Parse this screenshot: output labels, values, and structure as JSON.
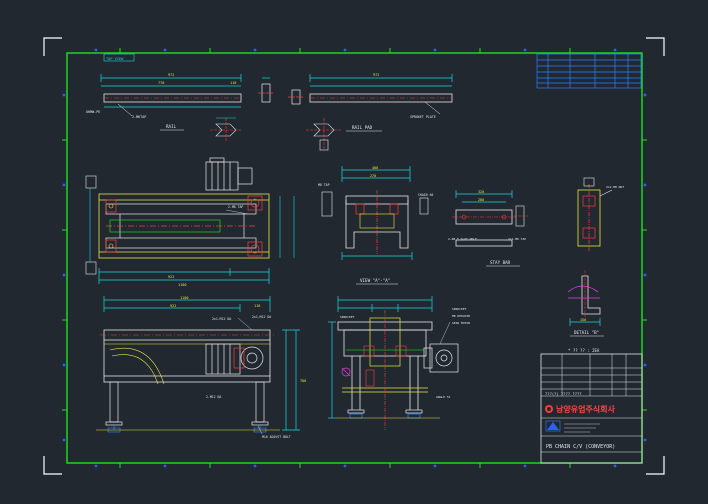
{
  "drawing": {
    "background_color": "#212830",
    "border_color": "#19e619",
    "frame_color": "#ffffff",
    "line_cyan": "#18d8e0",
    "line_yellow": "#e8e840",
    "line_red": "#ff3a3a",
    "line_green": "#22ee22",
    "line_magenta": "#e040e0",
    "line_white": "#e8e8e8",
    "line_orange": "#ff8a20",
    "views": {
      "rail": "RAIL",
      "rail_pad": "RAIL PAD",
      "view_aa": "VIEW \"A\"-\"A\"",
      "stay_bar": "STAY BAR",
      "detail_b": "DETAIL \"B\""
    },
    "dimensions": {
      "rail_total": "972",
      "rail_seg_1": "770",
      "rail_seg_2": "118",
      "pad_total": "972",
      "top_total": "1100",
      "front_total": "1100",
      "front_seg_1": "922",
      "front_seg_2": "118",
      "front_height": "700",
      "view_width": "400",
      "view_inner": "270",
      "stay_width": "320",
      "stay_inner": "280",
      "detail_w": "150"
    },
    "notes": {
      "rail_note": "2-M6TAP",
      "rail_note_2": "UHMW-PE",
      "pad_note": "SPROKET PLATE",
      "top_note": "2-M8 TAP",
      "front_note_1": "2x1-M12 DA",
      "front_note_2": "2x1-M12 DA",
      "front_note_3": "M16 ADJUST BOLT",
      "front_note_4": "2-M12 DA",
      "view_note_1": "SPROCKET",
      "view_note_2": "M8 TAP",
      "view_note_3": "CHAIN 40",
      "view_note_4": "SPROCKET",
      "view_note_5": "M8 REDUCER",
      "view_note_6": "GEAR MOTOR",
      "stay_note": "2-Ø8.5 SLOT HOLE",
      "stay_note_2": "2x1-M8 TAP",
      "detail_note": "2x2-M8 NUT",
      "detail_note_2": "ANGLE 5t"
    },
    "title_block": {
      "note_line": "* ?? ?? : 2EA",
      "part_name": "???(?) ???? ????",
      "company": "남양유업주식회사",
      "drawing_title": "PB CHAIN C/V (CONVEYOR)",
      "top_tab_text": "TOP VIEW"
    }
  }
}
